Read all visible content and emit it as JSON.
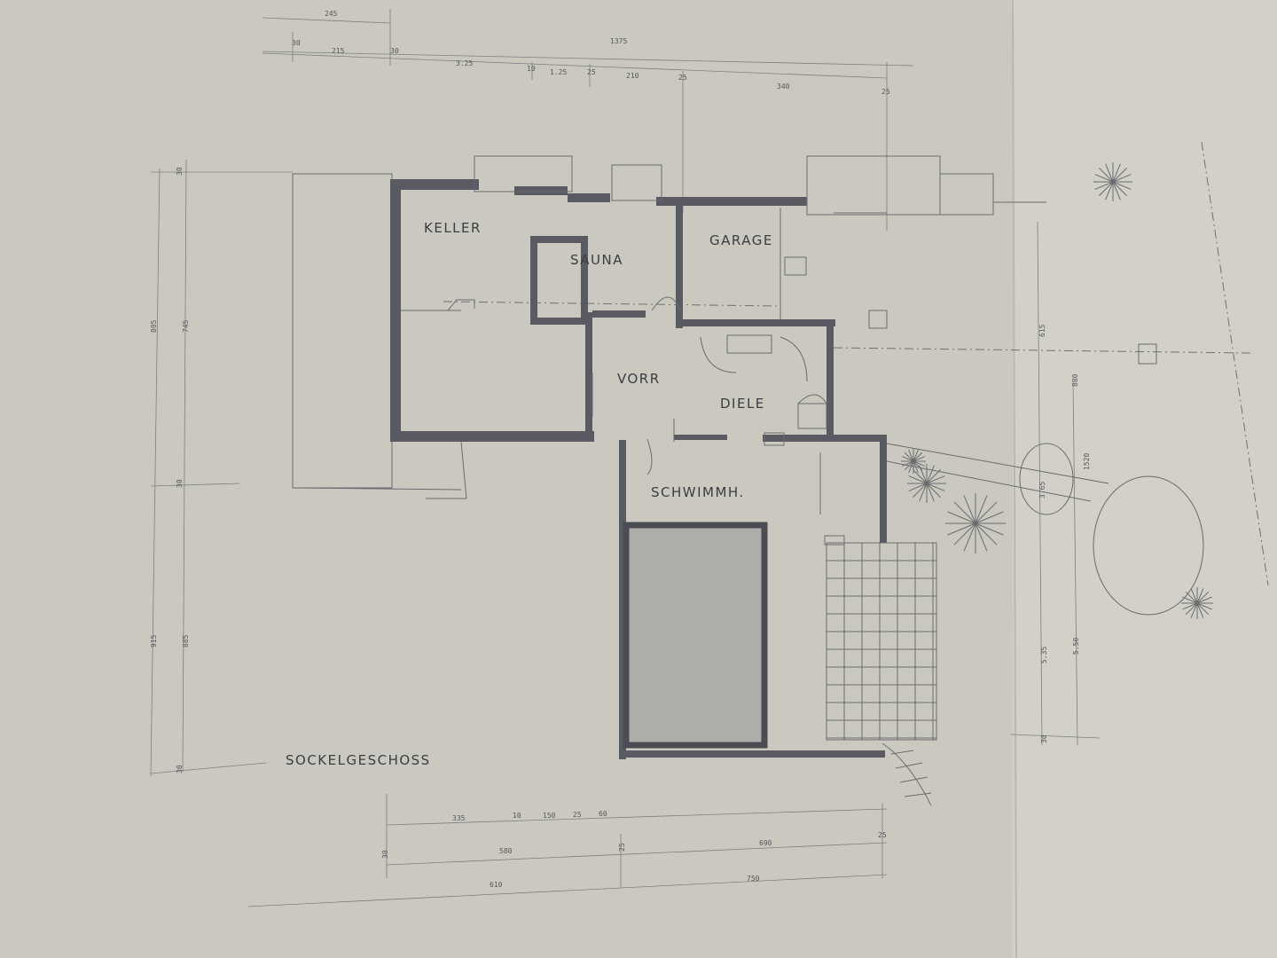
{
  "drawing": {
    "title": "SOCKELGESCHOSS",
    "rooms": {
      "keller": "KELLER",
      "sauna": "SAUNA",
      "garage": "GARAGE",
      "vorr": "VORR",
      "diele": "DIELE",
      "schwimmh": "SCHWIMMH."
    },
    "dimensions": {
      "top": {
        "overall_short": "245",
        "overall_long": "1375",
        "d1": "30",
        "d2": "215",
        "d3": "30",
        "d4": "3.25",
        "d5": "10",
        "d6": "1.25",
        "d7": "25",
        "d8": "210",
        "d9": "25",
        "d10": "340",
        "d11": "25"
      },
      "left": {
        "d1": "30",
        "overall_upper": "805",
        "d2": "745",
        "d3": "30",
        "overall_lower": "915",
        "d4": "885",
        "d5": "30"
      },
      "bottom": {
        "d1": "335",
        "d2": "10",
        "d3": "150",
        "d4": "25",
        "d5": "60",
        "d6": "30",
        "d7": "580",
        "d8": "25",
        "d9": "690",
        "d10": "25",
        "d11": "610",
        "d12": "750"
      },
      "right": {
        "d1": "615",
        "d2": "1520",
        "d3": "880",
        "d4": "3.65",
        "d5": "5.35",
        "d6": "5.50",
        "d7": "30"
      }
    }
  }
}
